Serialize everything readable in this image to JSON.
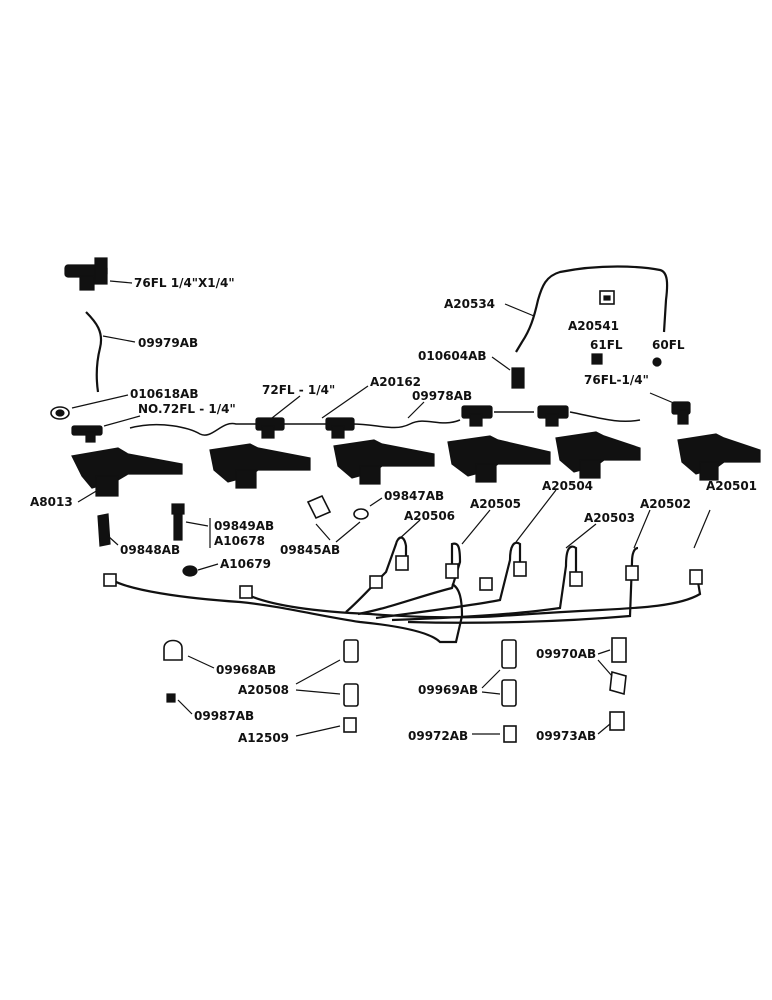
{
  "labels": {
    "l76fl_top": "76FL 1/4\"X1/4\"",
    "l09979": "09979AB",
    "l010618": "010618AB",
    "lno72": "NO.72FL - 1/4\"",
    "l72fl": "72FL - 1/4\"",
    "la20162": "A20162",
    "l09978": "09978AB",
    "la20534": "A20534",
    "la20541": "A20541",
    "l010604": "010604AB",
    "l61fl": "61FL",
    "l60fl": "60FL",
    "l76fl_right": "76FL-1/4\"",
    "la8013": "A8013",
    "l09847": "09847AB",
    "l09849": "09849AB",
    "la10678": "A10678",
    "l09848": "09848AB",
    "l09845": "09845AB",
    "la10679": "A10679",
    "la20506": "A20506",
    "la20505": "A20505",
    "la20504": "A20504",
    "la20503": "A20503",
    "la20502": "A20502",
    "la20501": "A20501",
    "l09968": "09968AB",
    "la20508": "A20508",
    "l09987": "09987AB",
    "la12509": "A12509",
    "l09969": "09969AB",
    "l09970": "09970AB",
    "l09972": "09972AB",
    "l09973": "09973AB"
  }
}
